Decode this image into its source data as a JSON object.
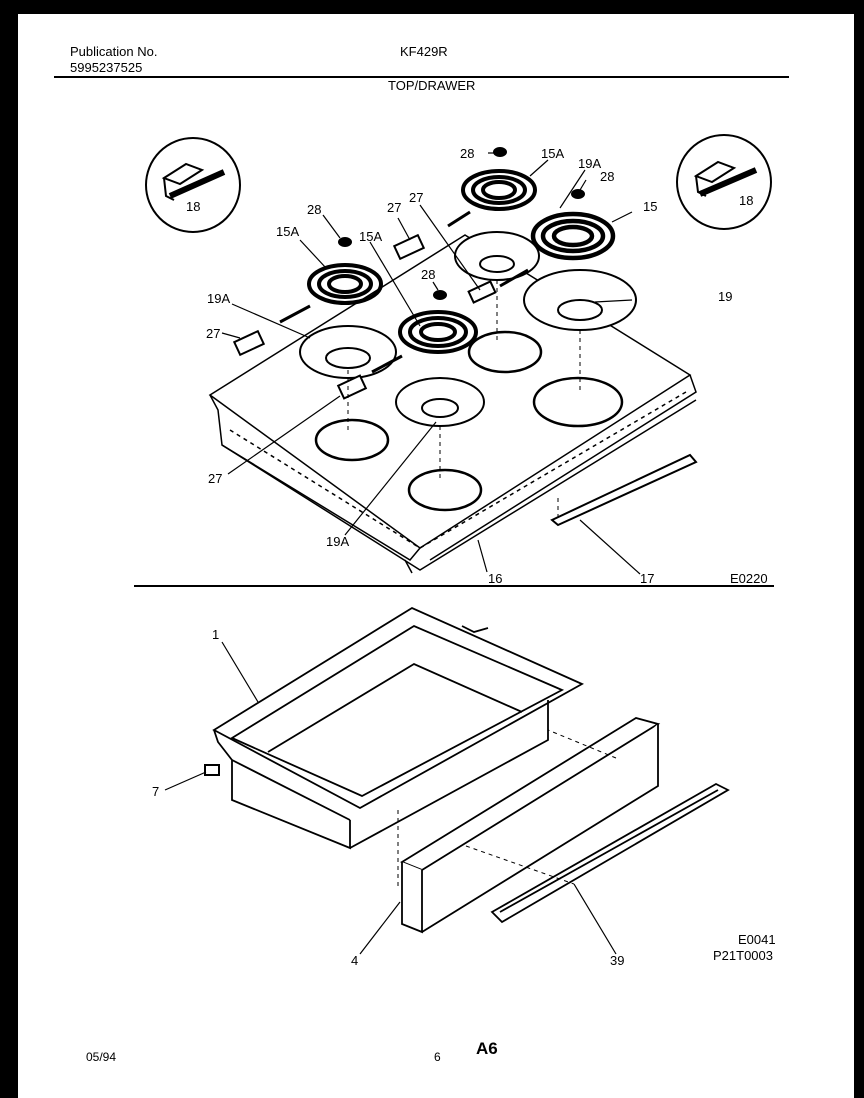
{
  "header": {
    "publication_label": "Publication No.",
    "publication_number": "5995237525",
    "model": "KF429R",
    "section": "TOP/DRAWER"
  },
  "callouts": {
    "c28a": "28",
    "c15a_top": "15A",
    "c19a_top": "19A",
    "c28b": "28",
    "c15": "15",
    "c28c": "28",
    "c27a": "27",
    "c27b": "27",
    "c15a_left": "15A",
    "c15a_mid": "15A",
    "c28d": "28",
    "c19a_left": "19A",
    "c19": "19",
    "c27c": "27",
    "c27d": "27",
    "c19a_bottom": "19A",
    "c16": "16",
    "c17": "17",
    "c18_left": "18",
    "c18_right": "18",
    "c1": "1",
    "c7": "7",
    "c4": "4",
    "c39": "39"
  },
  "figure_codes": {
    "top": "E0220",
    "bottom_1": "E0041",
    "bottom_2": "P21T0003"
  },
  "footer": {
    "date": "05/94",
    "page": "6",
    "code": "A6"
  }
}
